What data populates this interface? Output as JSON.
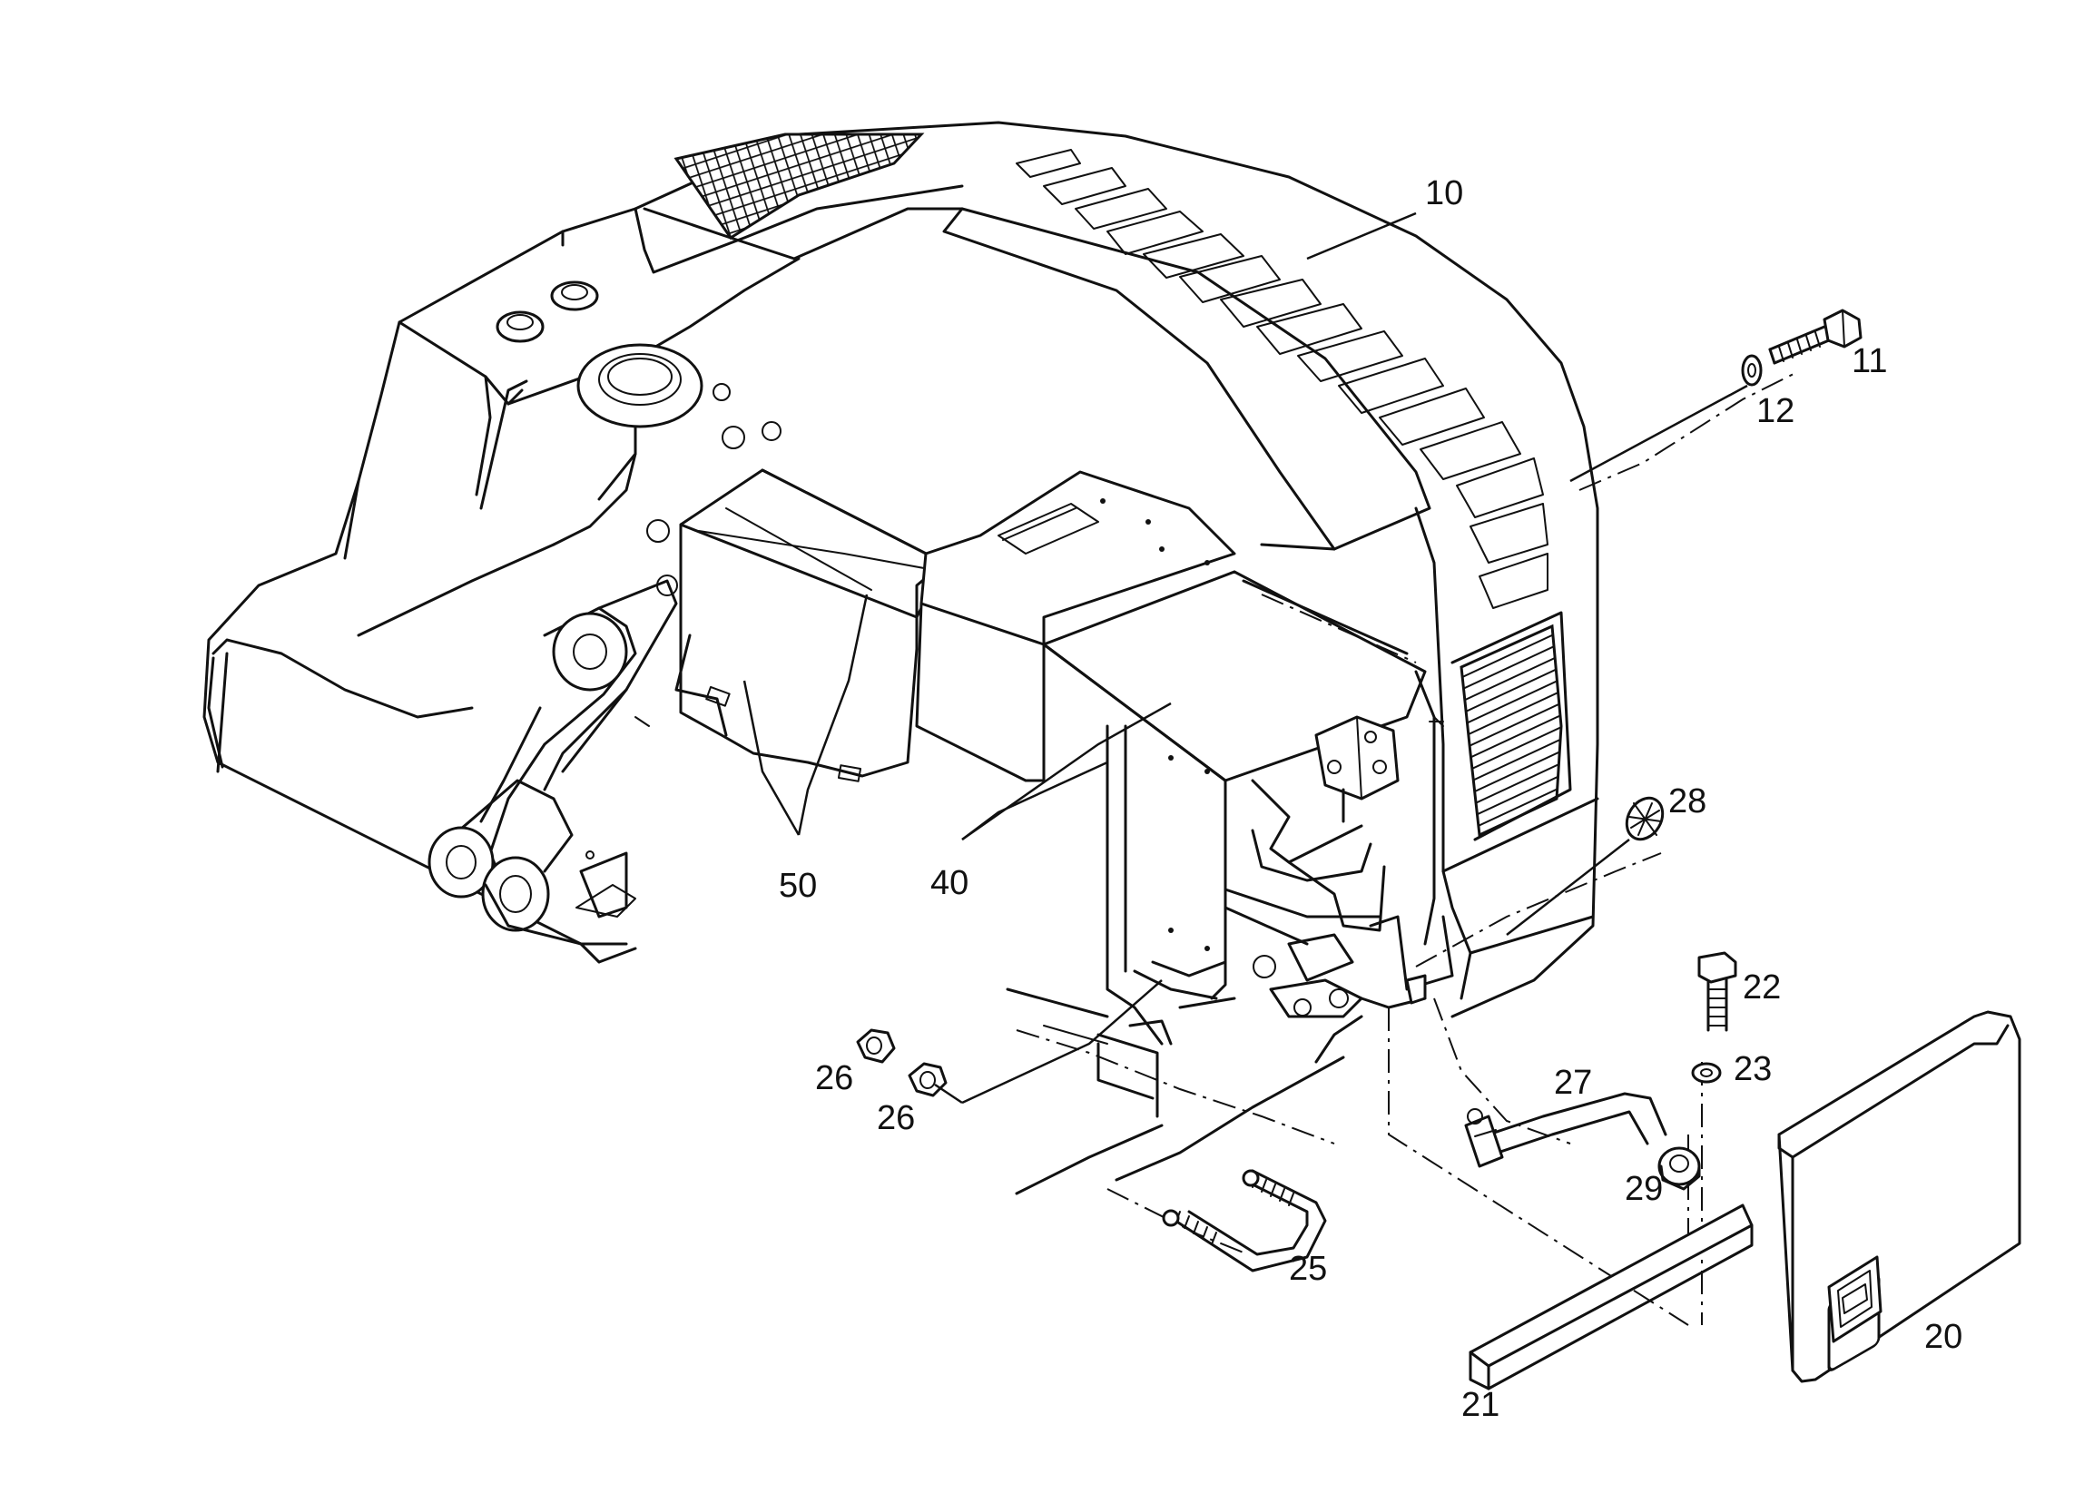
{
  "callouts": [
    {
      "id": "10",
      "label": "10"
    },
    {
      "id": "11",
      "label": "11"
    },
    {
      "id": "12",
      "label": "12"
    },
    {
      "id": "20",
      "label": "20"
    },
    {
      "id": "21",
      "label": "21"
    },
    {
      "id": "22",
      "label": "22"
    },
    {
      "id": "23",
      "label": "23"
    },
    {
      "id": "25",
      "label": "25"
    },
    {
      "id": "26a",
      "label": "26"
    },
    {
      "id": "26b",
      "label": "26"
    },
    {
      "id": "27",
      "label": "27"
    },
    {
      "id": "28",
      "label": "28"
    },
    {
      "id": "29",
      "label": "29"
    },
    {
      "id": "40",
      "label": "40"
    },
    {
      "id": "50",
      "label": "50"
    }
  ]
}
